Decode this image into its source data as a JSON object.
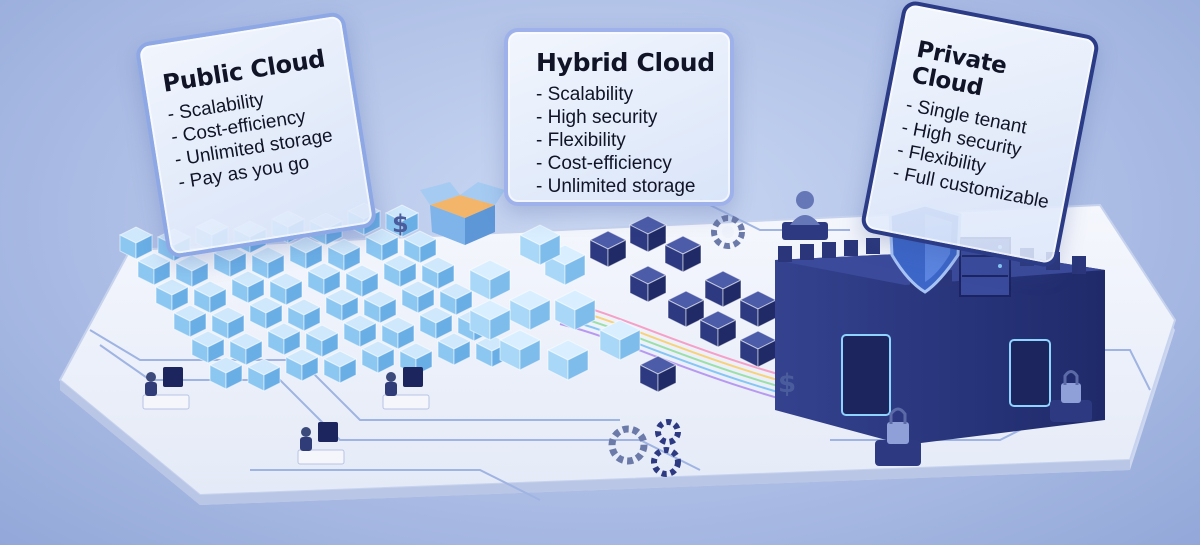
{
  "panels": {
    "public": {
      "title": "Public Cloud",
      "items": [
        "Scalability",
        "Cost-efficiency",
        "Unlimited storage",
        "Pay as you go"
      ]
    },
    "hybrid": {
      "title": "Hybrid Cloud",
      "items": [
        "Scalability",
        "High security",
        "Flexibility",
        "Cost-efficiency",
        "Unlimited storage"
      ]
    },
    "private": {
      "title": "Private Cloud",
      "items": [
        "Single tenant",
        "High security",
        "Flexibility",
        "Full customizable"
      ]
    }
  },
  "icons": [
    "dollar-sign-icon",
    "open-box-icon",
    "gear-icon",
    "user-icon",
    "shield-icon",
    "server-rack-icon",
    "padlock-icon",
    "workstation-user-icon"
  ],
  "colors": {
    "public_cube": "#8cc7f2",
    "hybrid_cube": "#a8d7f7",
    "private_cube": "#2d3a82",
    "platform": "#eef2fb",
    "accent_border": "#8ea8e6"
  }
}
